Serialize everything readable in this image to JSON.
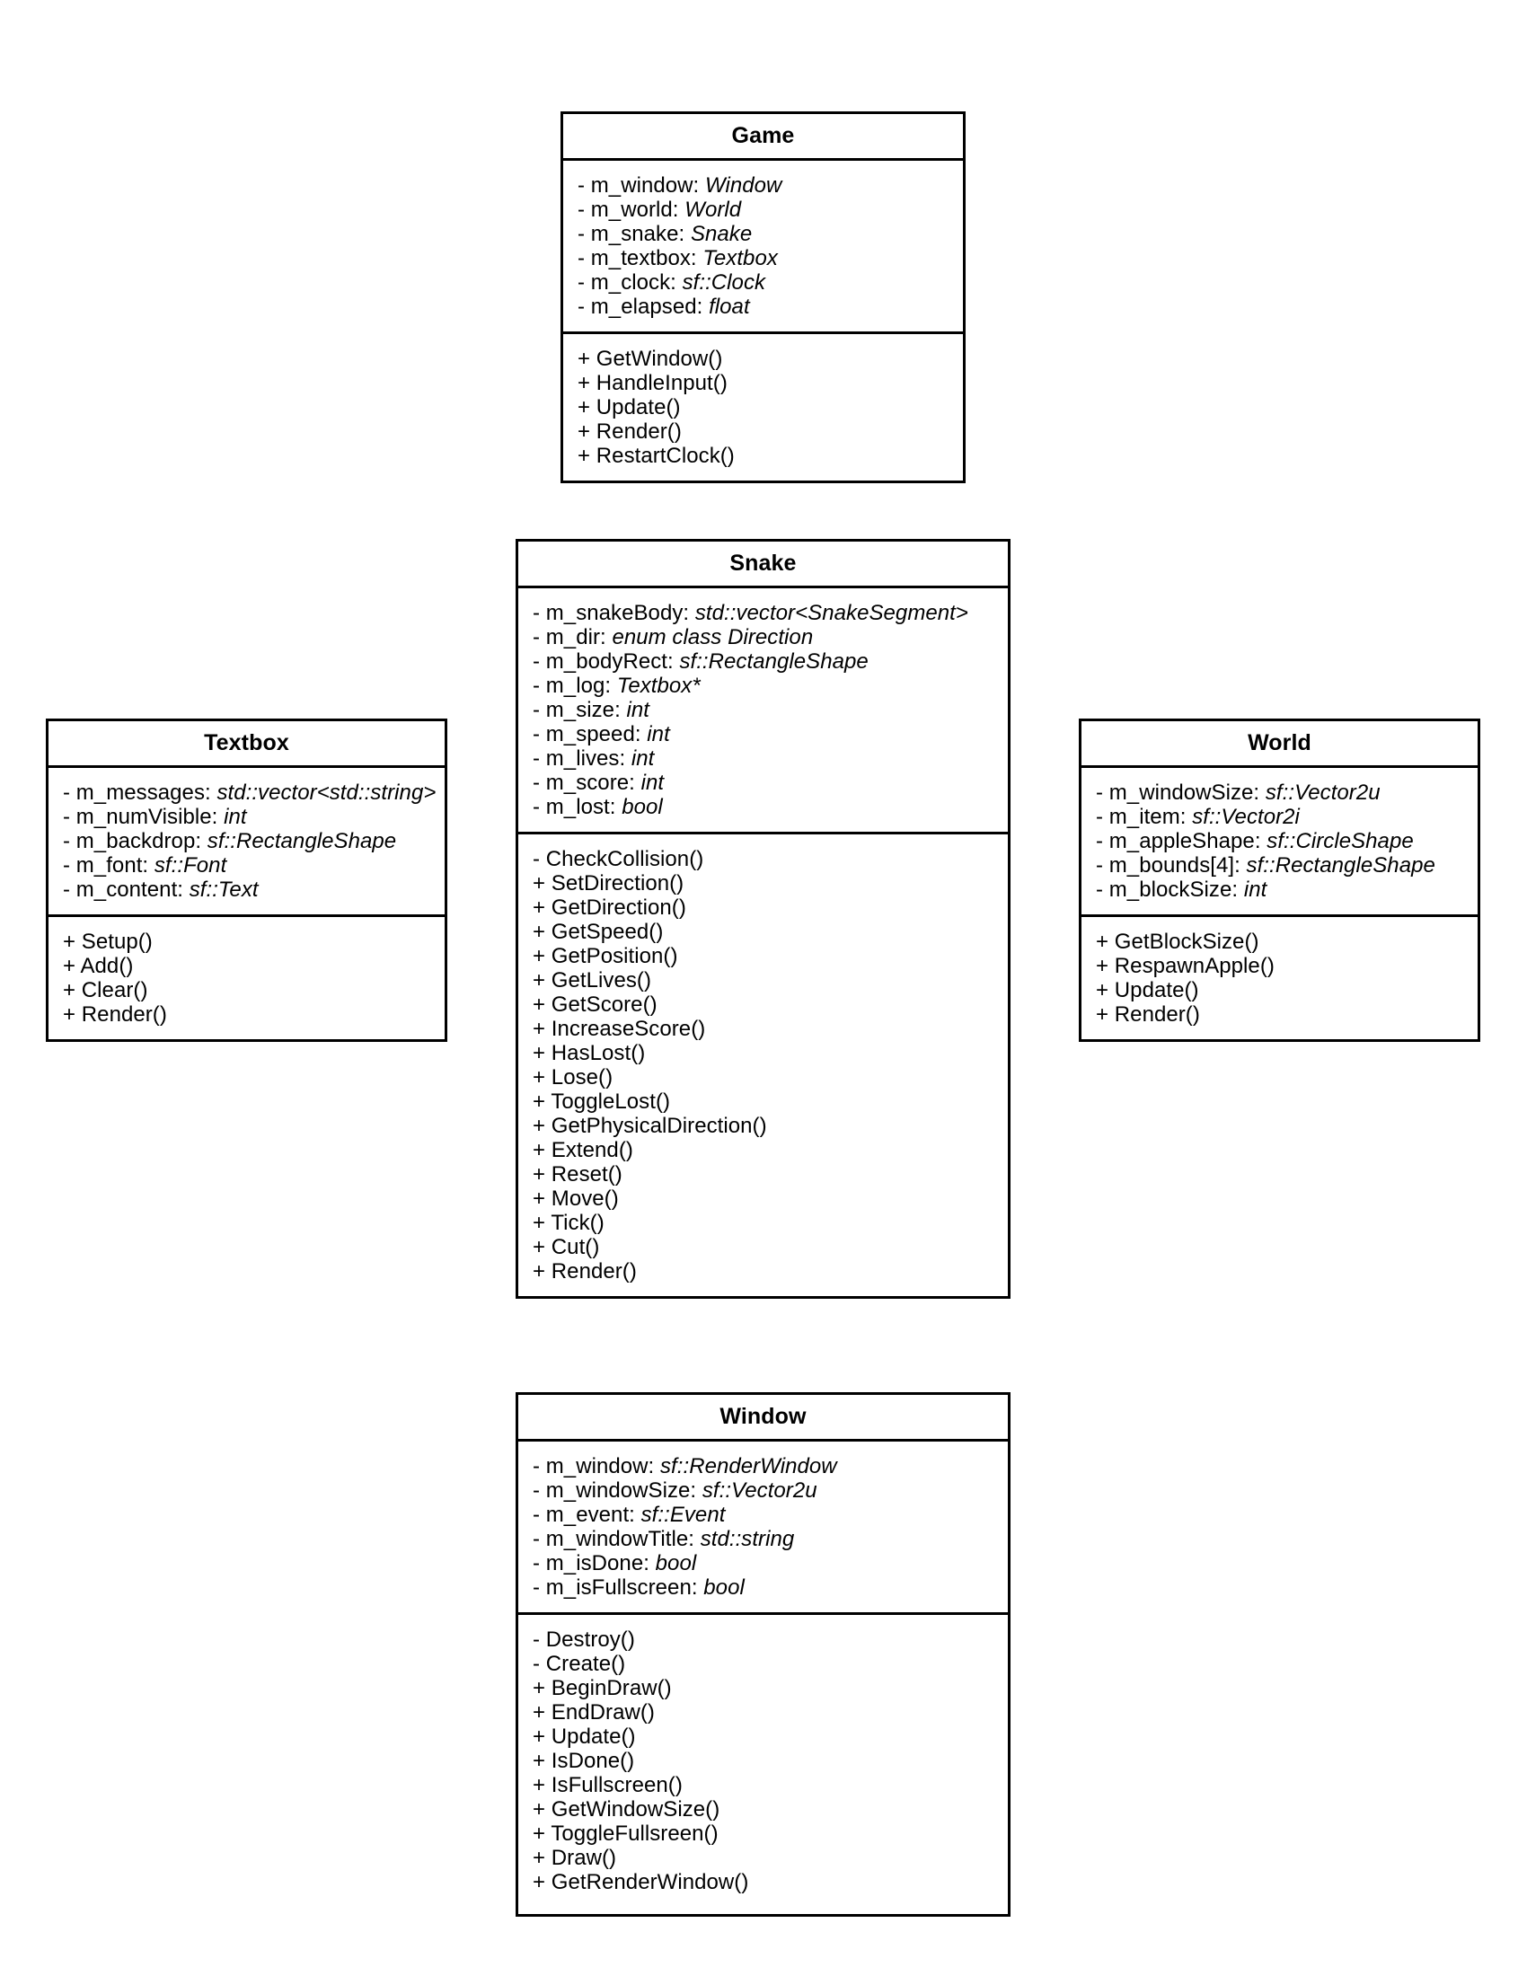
{
  "diagram": {
    "type": "uml-class-diagram",
    "background": "#ffffff",
    "line_color": "#000000",
    "classes": [
      {
        "id": "game",
        "name": "Game",
        "attributes": [
          {
            "visibility": "-",
            "name": "m_window",
            "type": "Window"
          },
          {
            "visibility": "-",
            "name": "m_world",
            "type": "World"
          },
          {
            "visibility": "-",
            "name": "m_snake",
            "type": "Snake"
          },
          {
            "visibility": "-",
            "name": "m_textbox",
            "type": "Textbox"
          },
          {
            "visibility": "-",
            "name": "m_clock",
            "type": "sf::Clock"
          },
          {
            "visibility": "-",
            "name": "m_elapsed",
            "type": "float"
          }
        ],
        "operations": [
          {
            "visibility": "+",
            "name": "GetWindow()"
          },
          {
            "visibility": "+",
            "name": "HandleInput()"
          },
          {
            "visibility": "+",
            "name": "Update()"
          },
          {
            "visibility": "+",
            "name": "Render()"
          },
          {
            "visibility": "+",
            "name": "RestartClock()"
          }
        ]
      },
      {
        "id": "snake",
        "name": "Snake",
        "attributes": [
          {
            "visibility": "-",
            "name": "m_snakeBody",
            "type": "std::vector<SnakeSegment>"
          },
          {
            "visibility": "-",
            "name": "m_dir",
            "type": "enum class Direction"
          },
          {
            "visibility": "-",
            "name": "m_bodyRect",
            "type": "sf::RectangleShape"
          },
          {
            "visibility": "-",
            "name": "m_log",
            "type": "Textbox*"
          },
          {
            "visibility": "-",
            "name": "m_size",
            "type": "int"
          },
          {
            "visibility": "-",
            "name": "m_speed",
            "type": "int"
          },
          {
            "visibility": "-",
            "name": "m_lives",
            "type": "int"
          },
          {
            "visibility": "-",
            "name": "m_score",
            "type": "int"
          },
          {
            "visibility": "-",
            "name": "m_lost",
            "type": "bool"
          }
        ],
        "operations": [
          {
            "visibility": "-",
            "name": "CheckCollision()"
          },
          {
            "visibility": "+",
            "name": "SetDirection()"
          },
          {
            "visibility": "+",
            "name": "GetDirection()"
          },
          {
            "visibility": "+",
            "name": "GetSpeed()"
          },
          {
            "visibility": "+",
            "name": "GetPosition()"
          },
          {
            "visibility": "+",
            "name": "GetLives()"
          },
          {
            "visibility": "+",
            "name": "GetScore()"
          },
          {
            "visibility": "+",
            "name": "IncreaseScore()"
          },
          {
            "visibility": "+",
            "name": "HasLost()"
          },
          {
            "visibility": "+",
            "name": "Lose()"
          },
          {
            "visibility": "+",
            "name": "ToggleLost()"
          },
          {
            "visibility": "+",
            "name": "GetPhysicalDirection()"
          },
          {
            "visibility": "+",
            "name": "Extend()"
          },
          {
            "visibility": "+",
            "name": "Reset()"
          },
          {
            "visibility": "+",
            "name": "Move()"
          },
          {
            "visibility": "+",
            "name": "Tick()"
          },
          {
            "visibility": "+",
            "name": "Cut()"
          },
          {
            "visibility": "+",
            "name": "Render()"
          }
        ]
      },
      {
        "id": "textbox",
        "name": "Textbox",
        "attributes": [
          {
            "visibility": "-",
            "name": "m_messages",
            "type": "std::vector<std::string>"
          },
          {
            "visibility": "-",
            "name": "m_numVisible",
            "type": "int"
          },
          {
            "visibility": "-",
            "name": "m_backdrop",
            "type": "sf::RectangleShape"
          },
          {
            "visibility": "-",
            "name": "m_font",
            "type": "sf::Font"
          },
          {
            "visibility": "-",
            "name": "m_content",
            "type": "sf::Text"
          }
        ],
        "operations": [
          {
            "visibility": "+",
            "name": "Setup()"
          },
          {
            "visibility": "+",
            "name": "Add()"
          },
          {
            "visibility": "+",
            "name": "Clear()"
          },
          {
            "visibility": "+",
            "name": "Render()"
          }
        ]
      },
      {
        "id": "world",
        "name": "World",
        "attributes": [
          {
            "visibility": "-",
            "name": "m_windowSize",
            "type": "sf::Vector2u"
          },
          {
            "visibility": "-",
            "name": "m_item",
            "type": "sf::Vector2i"
          },
          {
            "visibility": "-",
            "name": "m_appleShape",
            "type": "sf::CircleShape"
          },
          {
            "visibility": "-",
            "name": "m_bounds[4]",
            "type": "sf::RectangleShape"
          },
          {
            "visibility": "-",
            "name": "m_blockSize",
            "type": "int"
          }
        ],
        "operations": [
          {
            "visibility": "+",
            "name": "GetBlockSize()"
          },
          {
            "visibility": "+",
            "name": "RespawnApple()"
          },
          {
            "visibility": "+",
            "name": "Update()"
          },
          {
            "visibility": "+",
            "name": "Render()"
          }
        ]
      },
      {
        "id": "window",
        "name": "Window",
        "attributes": [
          {
            "visibility": "-",
            "name": "m_window",
            "type": "sf::RenderWindow"
          },
          {
            "visibility": "-",
            "name": "m_windowSize",
            "type": "sf::Vector2u"
          },
          {
            "visibility": "-",
            "name": "m_event",
            "type": "sf::Event"
          },
          {
            "visibility": "-",
            "name": "m_windowTitle",
            "type": "std::string"
          },
          {
            "visibility": "-",
            "name": "m_isDone",
            "type": "bool"
          },
          {
            "visibility": "-",
            "name": "m_isFullscreen",
            "type": "bool"
          }
        ],
        "operations": [
          {
            "visibility": "-",
            "name": "Destroy()"
          },
          {
            "visibility": "-",
            "name": "Create()"
          },
          {
            "visibility": "+",
            "name": "BeginDraw()"
          },
          {
            "visibility": "+",
            "name": "EndDraw()"
          },
          {
            "visibility": "+",
            "name": "Update()"
          },
          {
            "visibility": "+",
            "name": "IsDone()"
          },
          {
            "visibility": "+",
            "name": "IsFullscreen()"
          },
          {
            "visibility": "+",
            "name": "GetWindowSize()"
          },
          {
            "visibility": "+",
            "name": "ToggleFullsreen()"
          },
          {
            "visibility": "+",
            "name": "Draw()"
          },
          {
            "visibility": "+",
            "name": "GetRenderWindow()"
          }
        ]
      }
    ]
  }
}
